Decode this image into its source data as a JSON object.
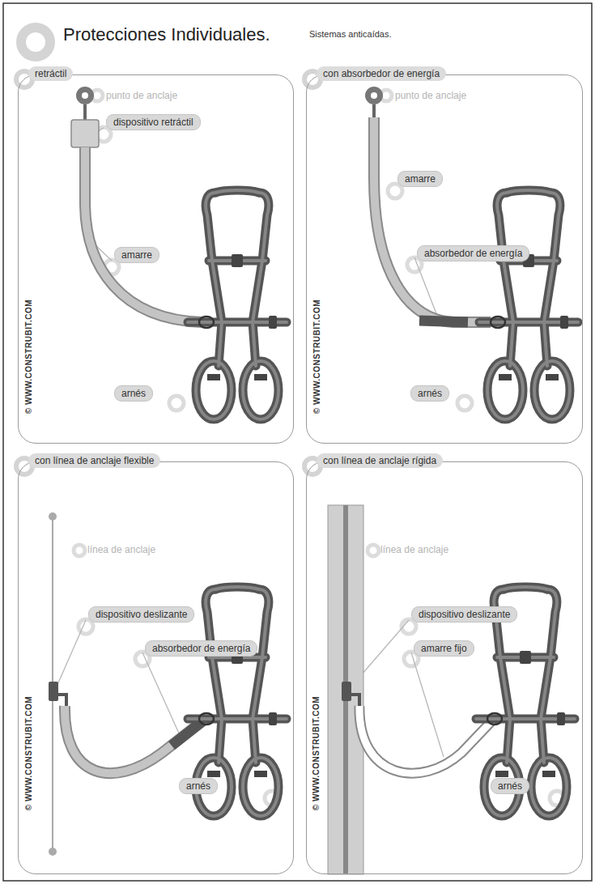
{
  "diagram": {
    "title": "Protecciones Individuales.",
    "nodes": [
      {
        "text": [
          "retráctil"
        ]
      },
      {
        "text": [
          "dispositivo retráctil"
        ],
        "in": 0
      },
      {
        "text": [
          "amarre"
        ],
        "in": 0
      },
      {
        "text": [
          "arnés"
        ],
        "in": 0
      },
      {
        "text": [
          "con absorbedor de energía"
        ]
      },
      {
        "text": [
          "amarre"
        ],
        "in": 4
      },
      {
        "text": [
          "absorbedor de energía"
        ],
        "in": 4
      },
      {
        "text": [
          "arnés"
        ],
        "in": 4
      },
      {
        "text": [
          "con línea de anclaje flexible"
        ]
      },
      {
        "text": [
          "dispositivo deslizante"
        ],
        "in": 8
      },
      {
        "text": [
          "absorbedor de energía"
        ],
        "in": 8
      },
      {
        "text": [
          "arnés"
        ],
        "in": 8
      },
      {
        "text": [
          "con línea de anclaje rígida"
        ]
      },
      {
        "text": [
          "dispositivo deslizante"
        ],
        "in": 12
      },
      {
        "text": [
          "amarre fijo"
        ],
        "in": 12
      },
      {
        "text": [
          "arnés"
        ],
        "in": 12
      }
    ],
    "labels": [
      "Sistemas anticaídas.",
      "punto de anclaje",
      "© WWW.CONSTRUBIT.COM",
      "punto de anclaje",
      "© WWW.CONSTRUBIT.COM",
      "línea de anclaje",
      "© WWW.CONSTRUBIT.COM",
      "línea de anclaje",
      "© WWW.CONSTRUBIT.COM"
    ]
  }
}
